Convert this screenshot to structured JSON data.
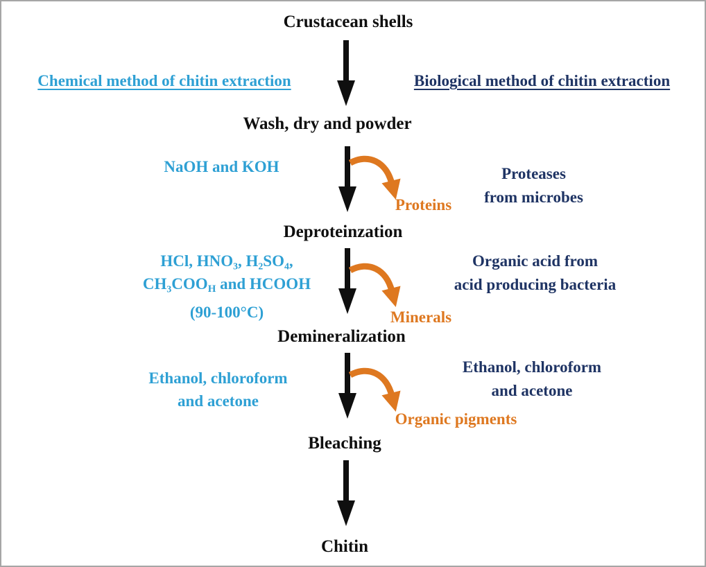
{
  "palette": {
    "chemical_color": "#2ea0d4",
    "biological_color": "#1f3464",
    "byproduct_color": "#de7820",
    "step_color": "#0f0f0f",
    "background": "#ffffff"
  },
  "headers": {
    "chemical": "Chemical method of chitin extraction",
    "biological": "Biological method of chitin extraction"
  },
  "flow": {
    "source": "Crustacean shells",
    "prep": "Wash, dry and powder",
    "steps": [
      {
        "name": "Deproteinzation",
        "byproduct": "Proteins",
        "chemical_lines": [
          "NaOH and KOH"
        ],
        "biological_lines": [
          "Proteases",
          "from microbes"
        ]
      },
      {
        "name": "Demineralization",
        "byproduct": "Minerals",
        "chemical_line1": "HCl, HNO₃, H₂SO₄,",
        "chemical_line2_parts": {
          "a": "CH₃COO",
          "sub": "H",
          "b": " and HCOOH"
        },
        "chemical_line3": "(90-100°C)",
        "biological_lines": [
          "Organic acid from",
          "acid producing bacteria"
        ]
      },
      {
        "name": "Bleaching",
        "byproduct": "Organic pigments",
        "chemical_lines": [
          "Ethanol, chloroform",
          "and acetone"
        ],
        "biological_lines": [
          "Ethanol, chloroform",
          "and acetone"
        ]
      }
    ],
    "product": "Chitin"
  },
  "icons": {
    "down_arrow": "black-down-arrow",
    "branch_arrow": "orange-branch-arrow"
  }
}
